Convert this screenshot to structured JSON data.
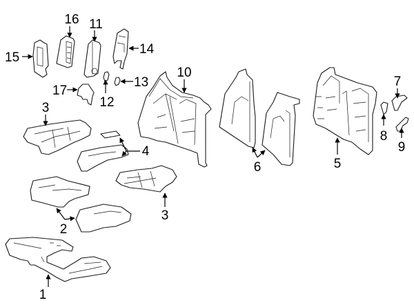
{
  "diagram": {
    "type": "exploded-parts-diagram",
    "subject": "rear seat components",
    "colors": {
      "background": "#ffffff",
      "line": "#1a1a1a"
    },
    "callouts": [
      {
        "id": "1",
        "label": "1"
      },
      {
        "id": "2",
        "label": "2"
      },
      {
        "id": "3a",
        "label": "3"
      },
      {
        "id": "3b",
        "label": "3"
      },
      {
        "id": "4",
        "label": "4"
      },
      {
        "id": "5",
        "label": "5"
      },
      {
        "id": "6",
        "label": "6"
      },
      {
        "id": "7",
        "label": "7"
      },
      {
        "id": "8",
        "label": "8"
      },
      {
        "id": "9",
        "label": "9"
      },
      {
        "id": "10",
        "label": "10"
      },
      {
        "id": "11",
        "label": "11"
      },
      {
        "id": "12",
        "label": "12"
      },
      {
        "id": "13",
        "label": "13"
      },
      {
        "id": "14",
        "label": "14"
      },
      {
        "id": "15",
        "label": "15"
      },
      {
        "id": "16",
        "label": "16"
      },
      {
        "id": "17",
        "label": "17"
      }
    ]
  }
}
